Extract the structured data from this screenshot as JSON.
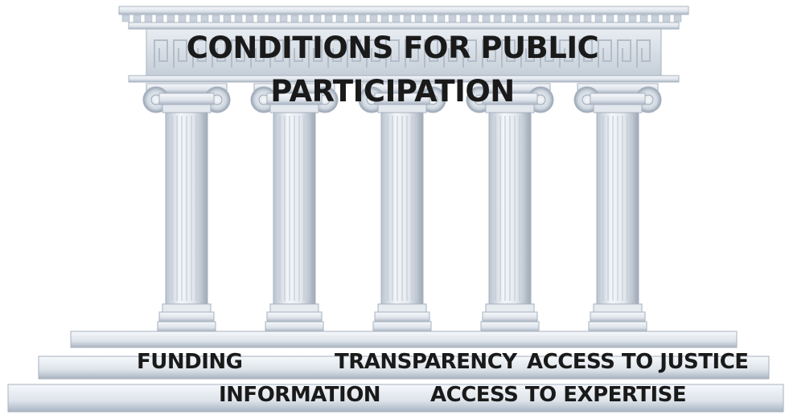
{
  "title": {
    "line1": "CONDITIONS FOR PUBLIC",
    "line2": "PARTICIPATION"
  },
  "pillars": [
    {
      "label": "FUNDING"
    },
    {
      "label": "TRANSPARENCY"
    },
    {
      "label": "ACCESS TO JUSTICE"
    },
    {
      "label": "INFORMATION"
    },
    {
      "label": "ACCESS TO EXPERTISE"
    }
  ],
  "colors": {
    "stone_light": "#f1f4f8",
    "stone_mid": "#d6dde6",
    "stone_dark": "#9aa6b4",
    "text": "#1a1a1a"
  }
}
